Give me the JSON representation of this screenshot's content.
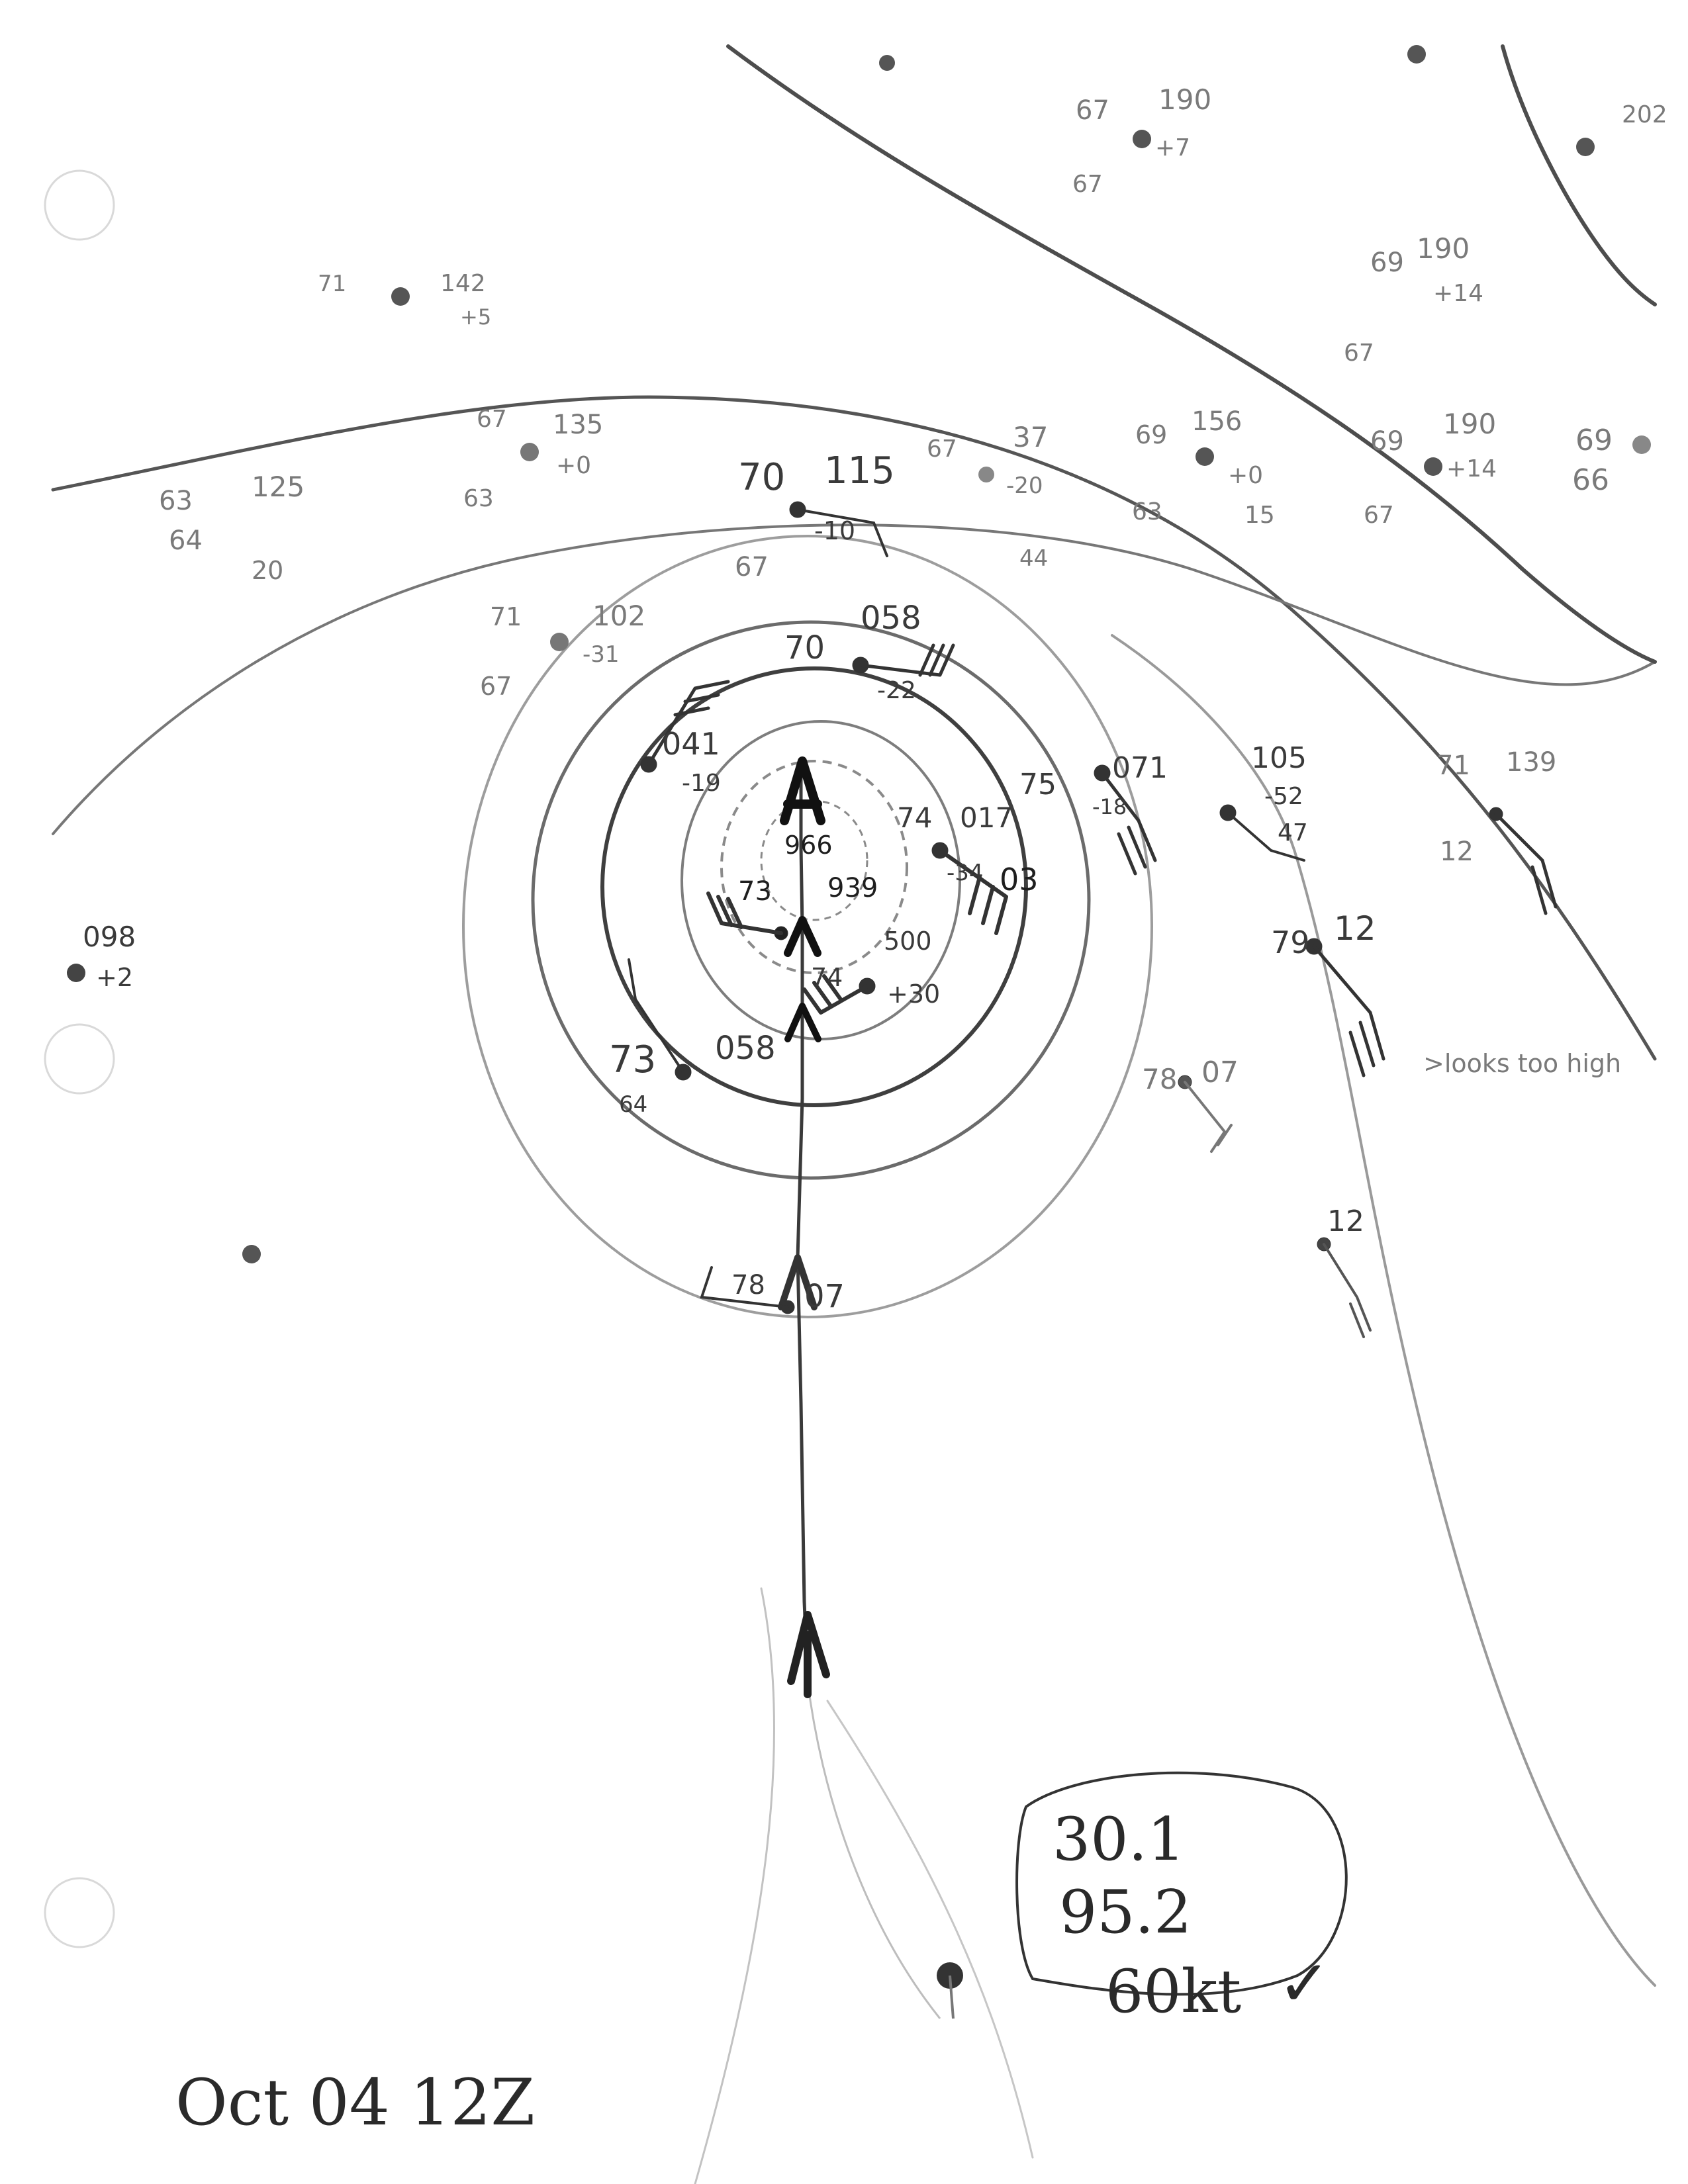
{
  "chart_title": "Oct 04 12Z",
  "storm_info": {
    "latitude": "30.1",
    "longitude": "95.2",
    "winds": "60kt",
    "check": "✓"
  },
  "annotation": ">looks too high",
  "stations": [
    {
      "id": "s1",
      "lines": [
        "70",
        "115",
        "-10",
        "67"
      ]
    },
    {
      "id": "s2",
      "lines": [
        "70",
        "058",
        "-22"
      ]
    },
    {
      "id": "s3",
      "lines": [
        "041",
        "-19"
      ]
    },
    {
      "id": "s4",
      "lines": [
        "74",
        "017",
        "-34",
        "03"
      ]
    },
    {
      "id": "s5",
      "lines": [
        "75",
        "071",
        "-18"
      ]
    },
    {
      "id": "s6",
      "lines": [
        "105",
        "-52",
        "47"
      ]
    },
    {
      "id": "s7",
      "lines": [
        "79",
        "12"
      ]
    },
    {
      "id": "s8",
      "lines": [
        "78",
        "07"
      ]
    },
    {
      "id": "s9",
      "lines": [
        "73",
        "058",
        "64"
      ]
    },
    {
      "id": "s10",
      "lines": [
        "74",
        "+30",
        "500"
      ]
    },
    {
      "id": "s11",
      "lines": [
        "73",
        "939",
        "966"
      ]
    },
    {
      "id": "s12",
      "lines": [
        "78",
        "07"
      ]
    },
    {
      "id": "s13",
      "lines": [
        "12"
      ]
    },
    {
      "id": "s14",
      "lines": [
        "71",
        "102",
        "-31",
        "67"
      ]
    },
    {
      "id": "s15",
      "lines": [
        "63",
        "125",
        "64",
        "20"
      ]
    },
    {
      "id": "s16",
      "lines": [
        "67",
        "135",
        "+0",
        "63"
      ]
    },
    {
      "id": "s17",
      "lines": [
        "67",
        "37",
        "-20",
        "44"
      ]
    },
    {
      "id": "s18",
      "lines": [
        "69",
        "156",
        "+0",
        "15",
        "63"
      ]
    },
    {
      "id": "s19",
      "lines": [
        "69",
        "190",
        "+14",
        "67"
      ]
    },
    {
      "id": "s20",
      "lines": [
        "69",
        "190",
        "+14",
        "67"
      ]
    },
    {
      "id": "s21",
      "lines": [
        "67",
        "190",
        "+7",
        "67"
      ]
    },
    {
      "id": "s22",
      "lines": [
        "098",
        "+2"
      ]
    },
    {
      "id": "s23",
      "lines": [
        "71",
        "139",
        "12"
      ]
    },
    {
      "id": "s24",
      "lines": [
        "69",
        "202",
        "66"
      ]
    },
    {
      "id": "s25",
      "lines": [
        "71",
        "142",
        "+5"
      ]
    }
  ]
}
